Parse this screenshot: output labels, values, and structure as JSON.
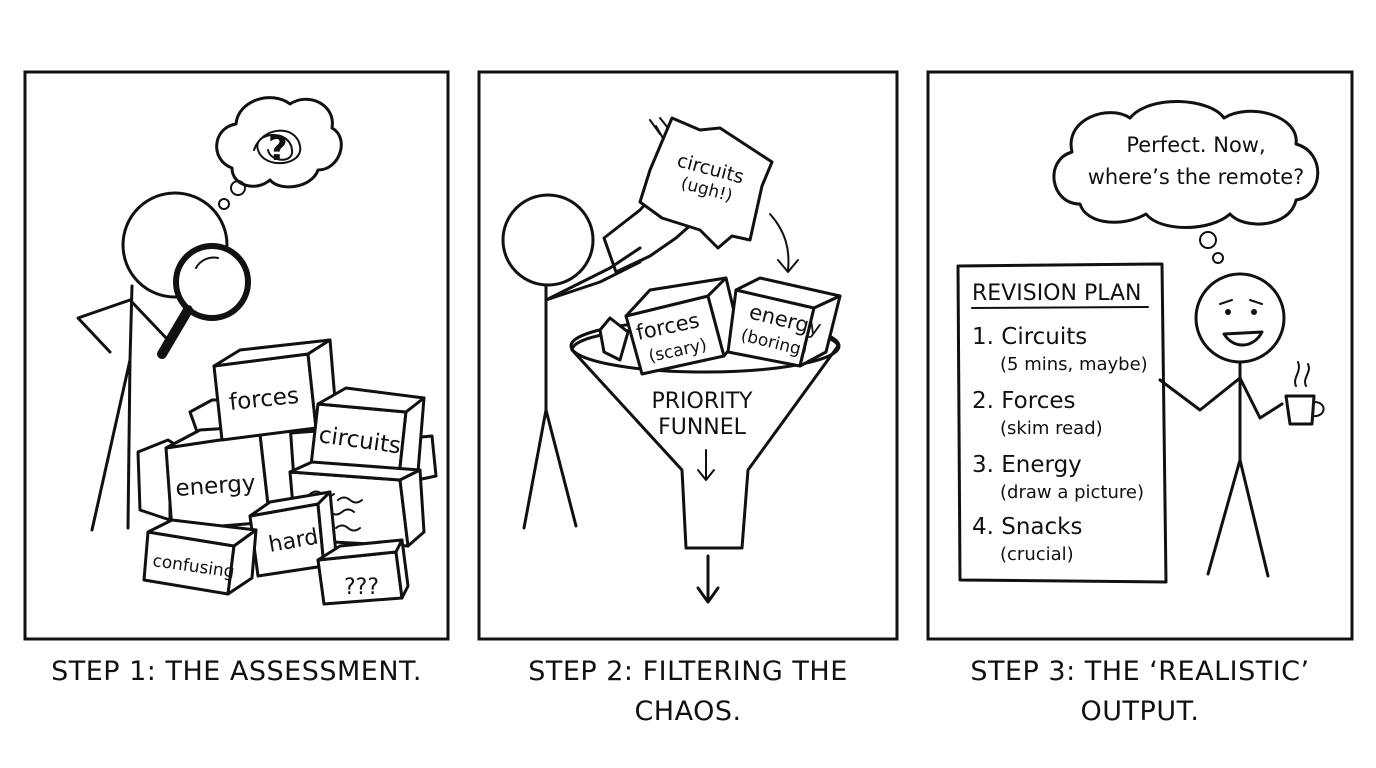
{
  "panels": [
    {
      "caption": "STEP 1: THE ASSESSMENT.",
      "thought": "?",
      "boxes": [
        "forces",
        "circuits",
        "energy",
        "hard",
        "confusing",
        "???"
      ]
    },
    {
      "caption": "STEP 2: FILTERING THE CHAOS.",
      "paper": [
        "circuits",
        "(ugh!)"
      ],
      "funnel_label": [
        "PRIORITY",
        "FUNNEL"
      ],
      "boxes": [
        {
          "name": "forces",
          "note": "(scary)"
        },
        {
          "name": "energy",
          "note": "(boring)"
        }
      ]
    },
    {
      "caption": "STEP 3: THE ‘REALISTIC’ OUTPUT.",
      "thought": [
        "Perfect. Now,",
        "where’s the remote?"
      ],
      "plan_title": "REVISION PLAN",
      "plan_items": [
        {
          "item": "1. Circuits",
          "note": "(5 mins, maybe)"
        },
        {
          "item": "2. Forces",
          "note": "(skim read)"
        },
        {
          "item": "3. Energy",
          "note": "(draw a picture)"
        },
        {
          "item": "4. Snacks",
          "note": "(crucial)"
        }
      ]
    }
  ]
}
